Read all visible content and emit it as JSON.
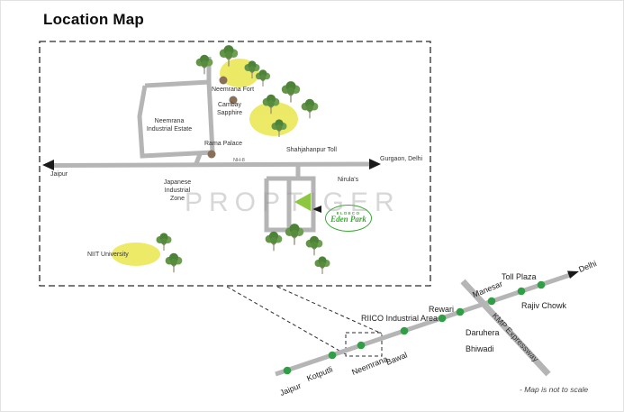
{
  "page": {
    "title": "Location Map",
    "watermark": "PROPTIGER",
    "scale_note": "- Map is not to scale"
  },
  "detail_map": {
    "labels": {
      "neemrana_fort": "Neemrana Fort",
      "cambay_sapphire": "Cambay Sapphire",
      "neemrana_industrial_estate": "Neemrana Industrial Estate",
      "rama_palace": "Rama Palace",
      "shahjahanpur_toll": "Shahjahanpur Toll",
      "nh8": "NH-8",
      "jaipur_direction": "Jaipur",
      "gurgaon_delhi_direction": "Gurgaon, Delhi",
      "japanese_industrial_zone": "Japanese Industrial Zone",
      "nirulas": "Nirula's",
      "niit_university": "NIIT University"
    },
    "project": {
      "brand": "ELDECO",
      "name": "Eden Park"
    }
  },
  "route_map": {
    "expressway_label": "KMP Expressway",
    "stops": [
      {
        "label": "Jaipur"
      },
      {
        "label": "Kotputli"
      },
      {
        "label": "Neemrana"
      },
      {
        "label": "Bawal"
      },
      {
        "label": "RIICO Industrial Area"
      },
      {
        "label": "Rewari"
      },
      {
        "label": "Daruhera"
      },
      {
        "label": "Bhiwadi"
      },
      {
        "label": "Manesar"
      },
      {
        "label": "Toll Plaza"
      },
      {
        "label": "Rajiv Chowk"
      },
      {
        "label": "Delhi"
      }
    ]
  },
  "colors": {
    "road_gray": "#b5b5b5",
    "stop_green": "#2f9e44",
    "eldeco_green": "#3aa935",
    "site_marker_green": "#8dc63f",
    "landmark_yellow": "#eae752",
    "poi_dot_brown": "#8a7058",
    "watermark_gray": "#c9c9c9"
  }
}
